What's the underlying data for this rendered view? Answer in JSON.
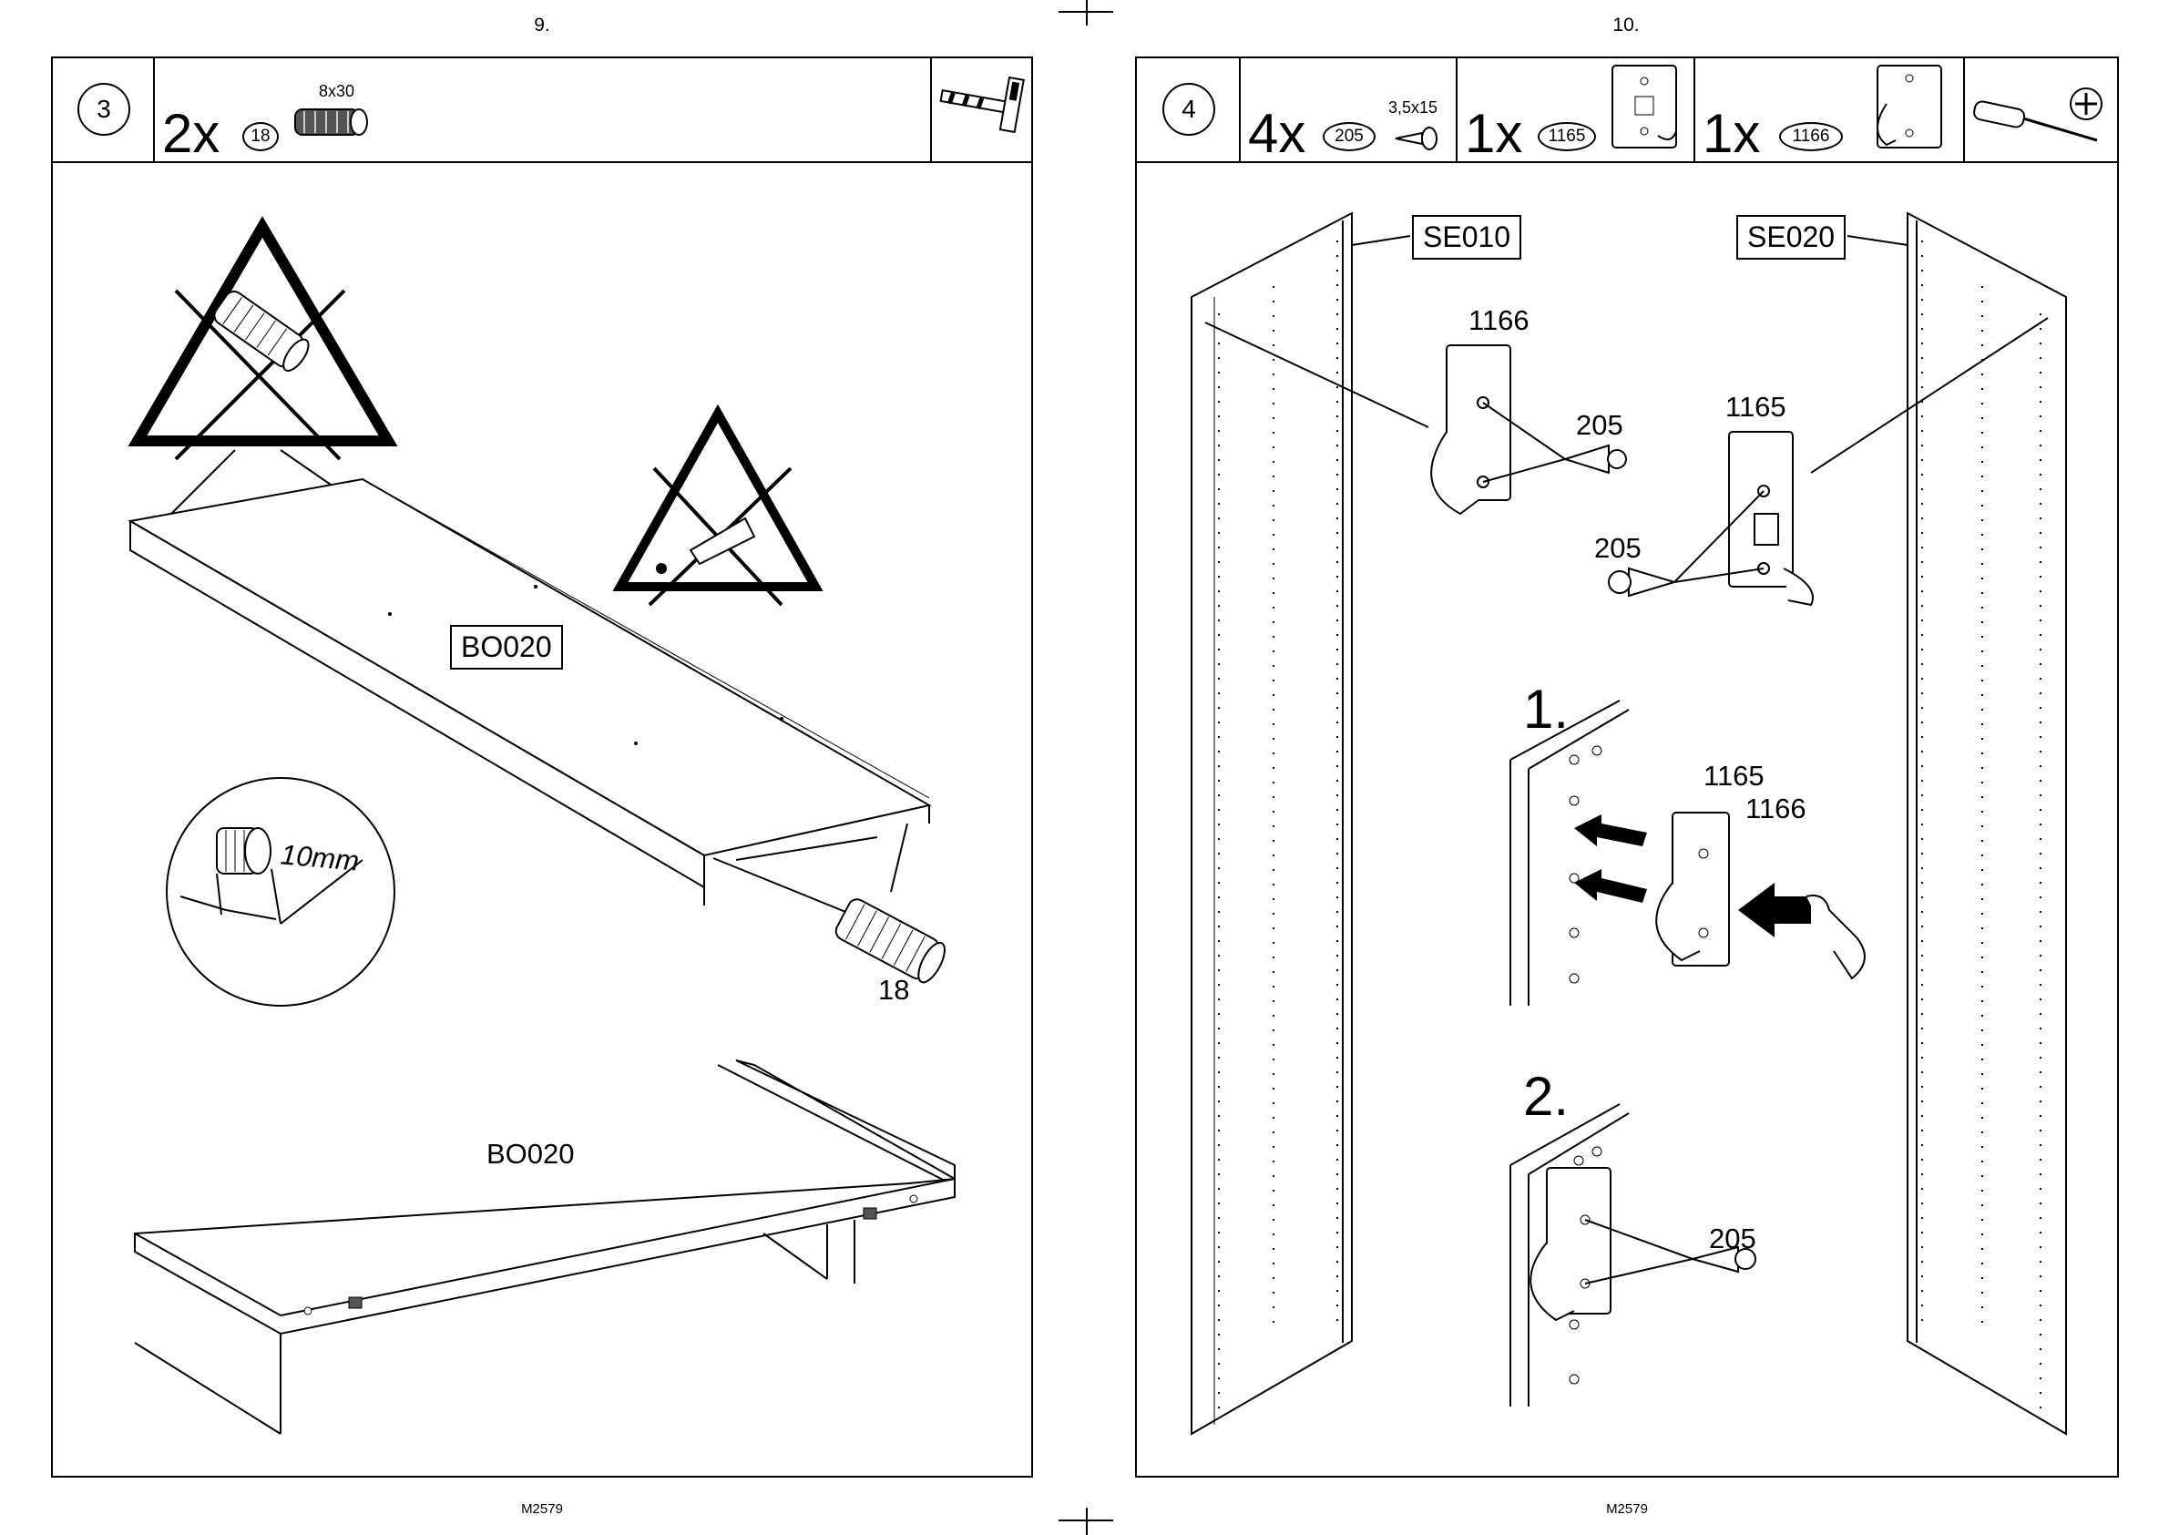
{
  "pages": {
    "left": {
      "number": "9.",
      "code": "M2579"
    },
    "right": {
      "number": "10.",
      "code": "M2579"
    }
  },
  "step3": {
    "step_number": "3",
    "quantity": "2x",
    "part_id": "18",
    "part_size": "8x30",
    "tool": "hammer-icon",
    "labels": {
      "board_top": "BO020",
      "board_bottom": "BO020",
      "dowel": "18",
      "depth": "10mm"
    }
  },
  "step4": {
    "step_number": "4",
    "parts": [
      {
        "quantity": "4x",
        "part_id": "205",
        "part_size": "3,5x15"
      },
      {
        "quantity": "1x",
        "part_id": "1165"
      },
      {
        "quantity": "1x",
        "part_id": "1166"
      }
    ],
    "tool": "phillips-screwdriver-icon",
    "labels": {
      "side_left": "SE010",
      "side_right": "SE020",
      "bracket_1166": "1166",
      "screw_a": "205",
      "bracket_1165": "1165",
      "screw_b": "205",
      "sub1": "1.",
      "sub1_a": "1165",
      "sub1_b": "1166",
      "sub2": "2.",
      "screw_c": "205"
    }
  }
}
